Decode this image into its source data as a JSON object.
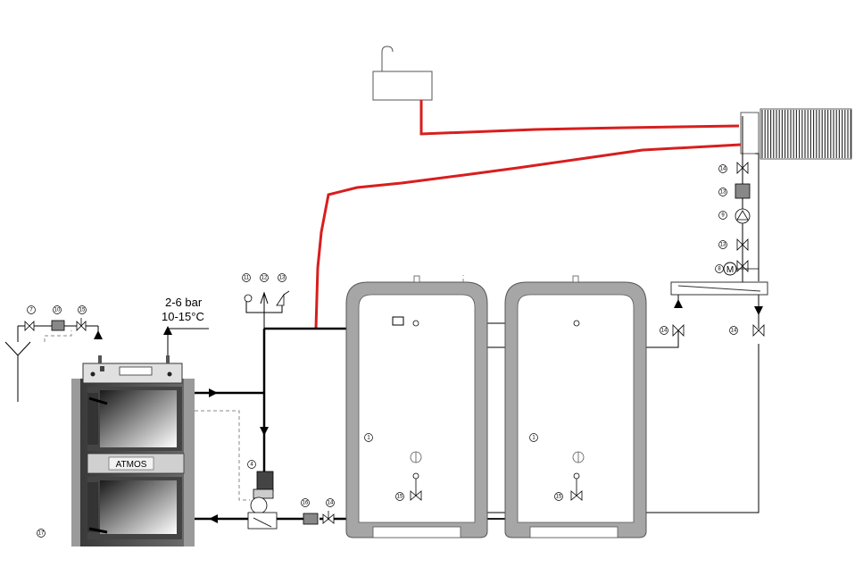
{
  "diagram": {
    "pressure_label": "2-6 bar",
    "temperature_label": "10-15°C",
    "boiler_brand": "ATMOS",
    "callouts": {
      "valve_drain": "7",
      "filter_drain": "10",
      "valve_drain_2": "15",
      "safety_1": "11",
      "safety_2": "12",
      "safety_3": "13",
      "mixing_valve": "4",
      "filter_return": "16",
      "valve_return": "14",
      "tank_1": "1",
      "tank_2": "1",
      "tank_1_valve": "15",
      "tank_2_valve": "15",
      "boiler": "17",
      "circuit_valve_top": "14",
      "circuit_filter": "13",
      "circuit_pump": "9",
      "circuit_valve_mid": "13",
      "circuit_mixer": "8",
      "manifold_left_valve": "14",
      "manifold_right_valve": "14"
    },
    "motor_letter": "M",
    "colors": {
      "red_line": "#d81e1e",
      "pipe": "#000000",
      "tank_shell": "#a6a6a6",
      "boiler_body": "#555555"
    }
  }
}
